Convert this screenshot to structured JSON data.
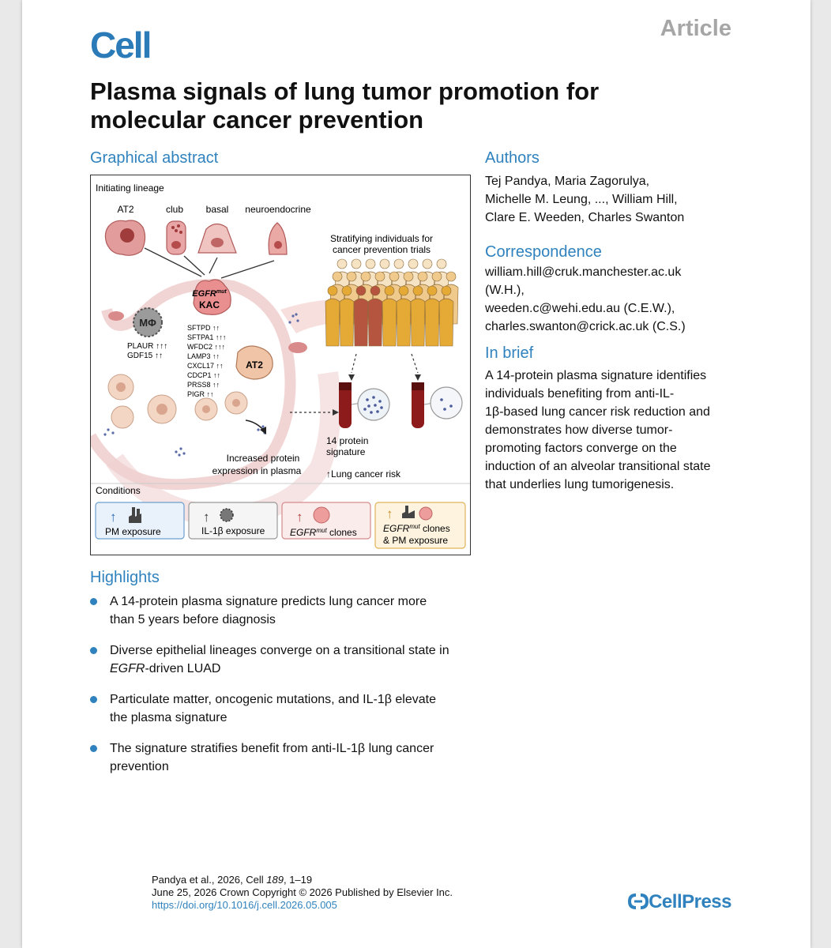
{
  "journal": "Cell",
  "article_type": "Article",
  "title": "Plasma signals of lung tumor promotion for molecular cancer prevention",
  "sections": {
    "graphical_abstract": "Graphical abstract",
    "authors": "Authors",
    "correspondence": "Correspondence",
    "in_brief": "In brief",
    "highlights": "Highlights"
  },
  "authors": [
    "Tej Pandya, Maria Zagorulya,",
    "Michelle M. Leung, ..., William Hill,",
    "Clare E. Weeden, Charles Swanton"
  ],
  "correspondence": [
    "william.hill@cruk.manchester.ac.uk",
    "(W.H.),",
    "weeden.c@wehi.edu.au (C.E.W.),",
    "charles.swanton@crick.ac.uk (C.S.)"
  ],
  "in_brief": [
    "A 14-protein plasma signature identifies",
    "individuals benefiting from anti-IL-",
    "1β-based lung cancer risk reduction and",
    "demonstrates how diverse tumor-",
    "promoting factors converge on the",
    "induction of an alveolar transitional state",
    "that underlies lung tumorigenesis."
  ],
  "highlights": [
    [
      "A 14-protein plasma signature predicts lung cancer more",
      "than 5 years before diagnosis"
    ],
    [
      "Diverse epithelial lineages converge on a transitional state in",
      "EGFR-driven LUAD"
    ],
    [
      "Particulate matter, oncogenic mutations, and IL-1β elevate",
      "the plasma signature"
    ],
    [
      "The signature stratifies benefit from anti-IL-1β lung cancer",
      "prevention"
    ]
  ],
  "graphical_abstract": {
    "initiating_lineage": "Initiating lineage",
    "cell_types": [
      "AT2",
      "club",
      "basal",
      "neuroendocrine"
    ],
    "stratifying": [
      "Stratifying individuals for",
      "cancer prevention trials"
    ],
    "egfr_main": "EGFR",
    "egfr_sup": "mut",
    "kac": "KAC",
    "macrophage": "MΦ",
    "mac_markers": [
      "PLAUR ↑↑↑",
      "GDF15 ↑↑"
    ],
    "kac_markers": [
      "SFTPD ↑↑",
      "SFTPA1 ↑↑↑",
      "WFDC2 ↑↑↑",
      "LAMP3 ↑↑",
      "CXCL17 ↑↑",
      "CDCP1 ↑↑",
      "PRSS8 ↑↑",
      "PIGR ↑↑"
    ],
    "at2_label": "AT2",
    "increased": [
      "Increased protein",
      "expression in plasma"
    ],
    "protein_sig": [
      "14 protein",
      "signature"
    ],
    "risk": "↑Lung cancer risk",
    "conditions": "Conditions",
    "cond_pm": "PM exposure",
    "cond_il1b": "IL-1β exposure",
    "cond_egfr_main": "EGFR",
    "cond_egfr_sup": "mut",
    "cond_egfr_rest": " clones",
    "cond_combo_main": "EGFR",
    "cond_combo_sup": "mut",
    "cond_combo_rest": " clones",
    "cond_combo_line2": "& PM exposure",
    "arrow": "↑"
  },
  "footer": {
    "citation_prefix": "Pandya et al., 2026, Cell ",
    "volume": "189",
    "pages": ", 1–19",
    "date_line": "June 25, 2026 Crown Copyright © 2026 Published by Elsevier Inc.",
    "doi": "https://doi.org/10.1016/j.cell.2026.05.005"
  },
  "publisher": "CellPress",
  "colors": {
    "accent": "#2f82bd",
    "tumor": "#e08585",
    "blood": "#8e1b1b",
    "person": "#e5a935"
  }
}
